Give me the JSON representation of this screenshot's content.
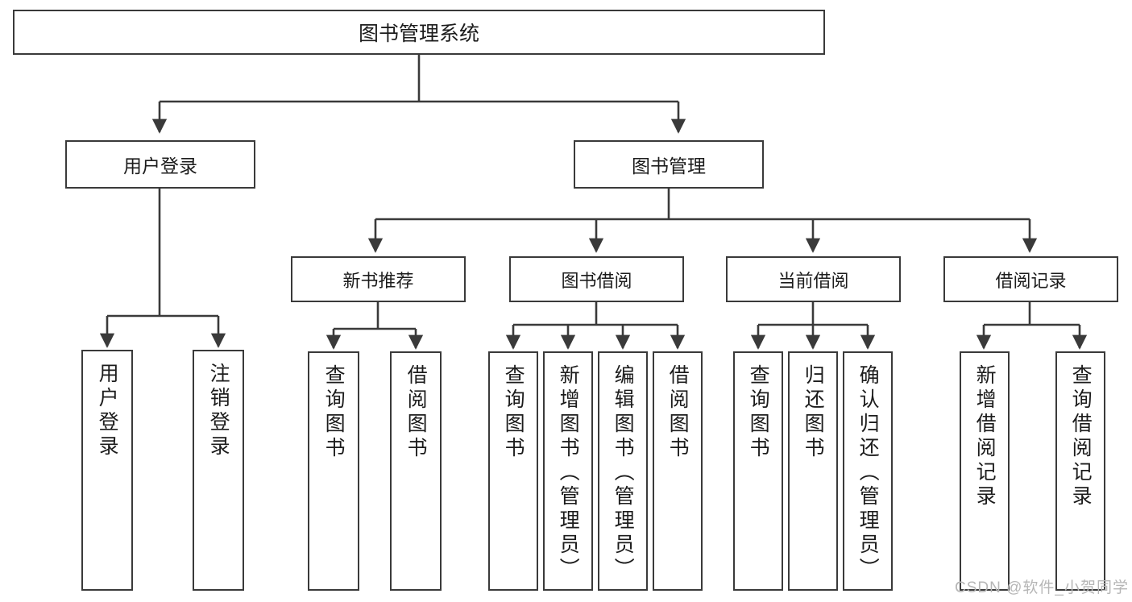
{
  "diagram": {
    "title": "图书管理系统",
    "type": "tree",
    "colors": {
      "background": "#ffffff",
      "box_border": "#3a3a3a",
      "box_fill": "#ffffff",
      "text": "#1c1c1c",
      "connector": "#3a3a3a",
      "watermark": "#b6b6b6"
    },
    "root": {
      "label": "图书管理系统"
    },
    "level2": [
      {
        "label": "用户登录"
      },
      {
        "label": "图书管理"
      }
    ],
    "level3": [
      {
        "label": "新书推荐"
      },
      {
        "label": "图书借阅"
      },
      {
        "label": "当前借阅"
      },
      {
        "label": "借阅记录"
      }
    ],
    "leaves": [
      {
        "label": "用户登录",
        "parent": "用户登录"
      },
      {
        "label": "注销登录",
        "parent": "用户登录"
      },
      {
        "label": "查询图书",
        "parent": "新书推荐"
      },
      {
        "label": "借阅图书",
        "parent": "新书推荐"
      },
      {
        "label": "查询图书",
        "parent": "图书借阅"
      },
      {
        "label": "新增图书（管理员）",
        "parent": "图书借阅"
      },
      {
        "label": "编辑图书（管理员）",
        "parent": "图书借阅"
      },
      {
        "label": "借阅图书",
        "parent": "图书借阅"
      },
      {
        "label": "查询图书",
        "parent": "当前借阅"
      },
      {
        "label": "归还图书",
        "parent": "当前借阅"
      },
      {
        "label": "确认归还（管理员）",
        "parent": "当前借阅"
      },
      {
        "label": "新增借阅记录",
        "parent": "借阅记录"
      },
      {
        "label": "查询借阅记录",
        "parent": "借阅记录"
      }
    ]
  },
  "watermark": {
    "text": "CSDN @软件_小贺同学"
  }
}
